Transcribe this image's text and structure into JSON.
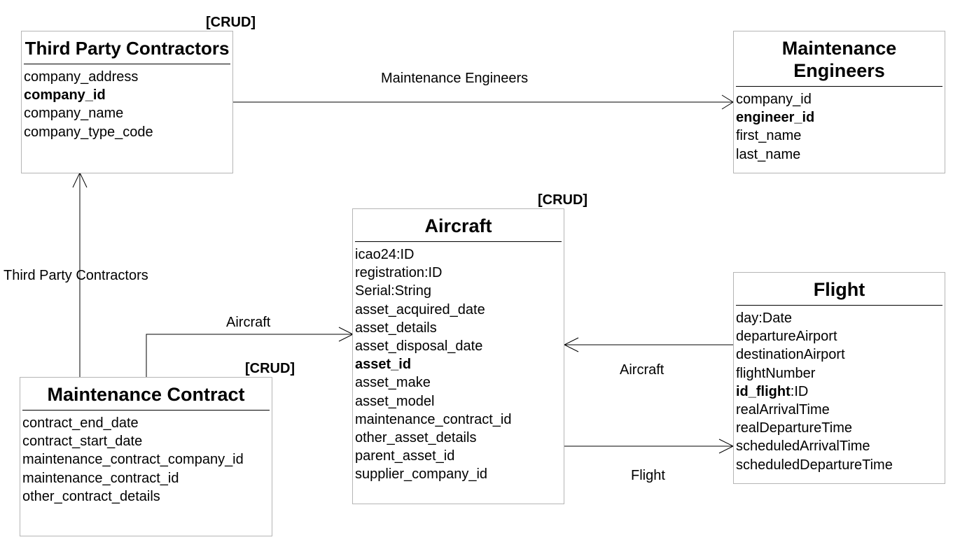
{
  "entities": {
    "third_party_contractors": {
      "title": "Third Party Contractors",
      "stereotype": "[CRUD]",
      "attributes": [
        {
          "name": "company_address",
          "type": "",
          "key": false
        },
        {
          "name": "company_id",
          "type": "",
          "key": true
        },
        {
          "name": "company_name",
          "type": "",
          "key": false
        },
        {
          "name": "company_type_code",
          "type": "",
          "key": false
        }
      ]
    },
    "maintenance_engineers": {
      "title_lines": [
        "Maintenance",
        "Engineers"
      ],
      "attributes": [
        {
          "name": "company_id",
          "type": "",
          "key": false
        },
        {
          "name": "engineer_id",
          "type": "",
          "key": true
        },
        {
          "name": "first_name",
          "type": "",
          "key": false
        },
        {
          "name": "last_name",
          "type": "",
          "key": false
        }
      ]
    },
    "aircraft": {
      "title": "Aircraft",
      "stereotype": "[CRUD]",
      "attributes": [
        {
          "name": "icao24",
          "type": ":ID",
          "key": false
        },
        {
          "name": "registration",
          "type": ":ID",
          "key": false
        },
        {
          "name": "Serial",
          "type": ":String",
          "key": false
        },
        {
          "name": "asset_acquired_date",
          "type": "",
          "key": false
        },
        {
          "name": "asset_details",
          "type": "",
          "key": false
        },
        {
          "name": "asset_disposal_date",
          "type": "",
          "key": false
        },
        {
          "name": "asset_id",
          "type": "",
          "key": true
        },
        {
          "name": "asset_make",
          "type": "",
          "key": false
        },
        {
          "name": "asset_model",
          "type": "",
          "key": false
        },
        {
          "name": "maintenance_contract_id",
          "type": "",
          "key": false
        },
        {
          "name": "other_asset_details",
          "type": "",
          "key": false
        },
        {
          "name": "parent_asset_id",
          "type": "",
          "key": false
        },
        {
          "name": "supplier_company_id",
          "type": "",
          "key": false
        }
      ]
    },
    "flight": {
      "title": "Flight",
      "attributes": [
        {
          "name": "day",
          "type": ":Date",
          "key": false
        },
        {
          "name": "departureAirport",
          "type": "",
          "key": false
        },
        {
          "name": "destinationAirport",
          "type": "",
          "key": false
        },
        {
          "name": "flightNumber",
          "type": "",
          "key": false
        },
        {
          "name": "id_flight",
          "type": ":ID",
          "key": true
        },
        {
          "name": "realArrivalTime",
          "type": "",
          "key": false
        },
        {
          "name": "realDepartureTime",
          "type": "",
          "key": false
        },
        {
          "name": "scheduledArrivalTime",
          "type": "",
          "key": false
        },
        {
          "name": "scheduledDepartureTime",
          "type": "",
          "key": false
        }
      ]
    },
    "maintenance_contract": {
      "title": "Maintenance Contract",
      "stereotype": "[CRUD]",
      "attributes": [
        {
          "name": "contract_end_date",
          "type": "",
          "key": false
        },
        {
          "name": "contract_start_date",
          "type": "",
          "key": false
        },
        {
          "name": "maintenance_contract_company_id",
          "type": "",
          "key": false
        },
        {
          "name": "maintenance_contract_id",
          "type": "",
          "key": false
        },
        {
          "name": "other_contract_details",
          "type": "",
          "key": false
        }
      ]
    }
  },
  "relationships": {
    "contractors_to_engineers": {
      "label": "Maintenance Engineers",
      "from": "Third Party Contractors",
      "to": "Maintenance Engineers"
    },
    "contract_to_contractors": {
      "label": "Third Party Contractors",
      "from": "Maintenance Contract",
      "to": "Third Party Contractors"
    },
    "contract_to_aircraft": {
      "label": "Aircraft",
      "from": "Maintenance Contract",
      "to": "Aircraft"
    },
    "flight_to_aircraft": {
      "label": "Aircraft",
      "from": "Flight",
      "to": "Aircraft"
    },
    "aircraft_to_flight": {
      "label": "Flight",
      "from": "Aircraft",
      "to": "Flight"
    }
  }
}
